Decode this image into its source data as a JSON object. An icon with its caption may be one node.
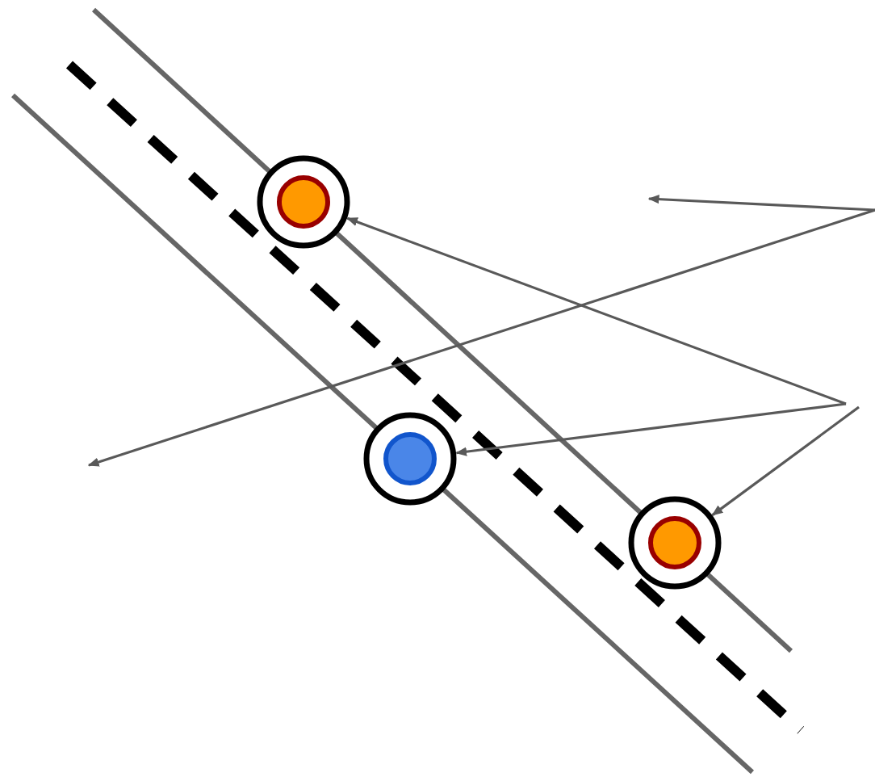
{
  "diagram": {
    "nodes": [
      {
        "text": [],
        "shape": "circle"
      },
      {
        "text": [],
        "shape": "circle"
      },
      {
        "text": [],
        "shape": "circle"
      }
    ],
    "edges": [
      {
        "from": null,
        "to": 0,
        "arrow": "to"
      },
      {
        "from": null,
        "to": 1,
        "arrow": "to"
      },
      {
        "from": null,
        "to": 2,
        "arrow": "to"
      }
    ]
  }
}
